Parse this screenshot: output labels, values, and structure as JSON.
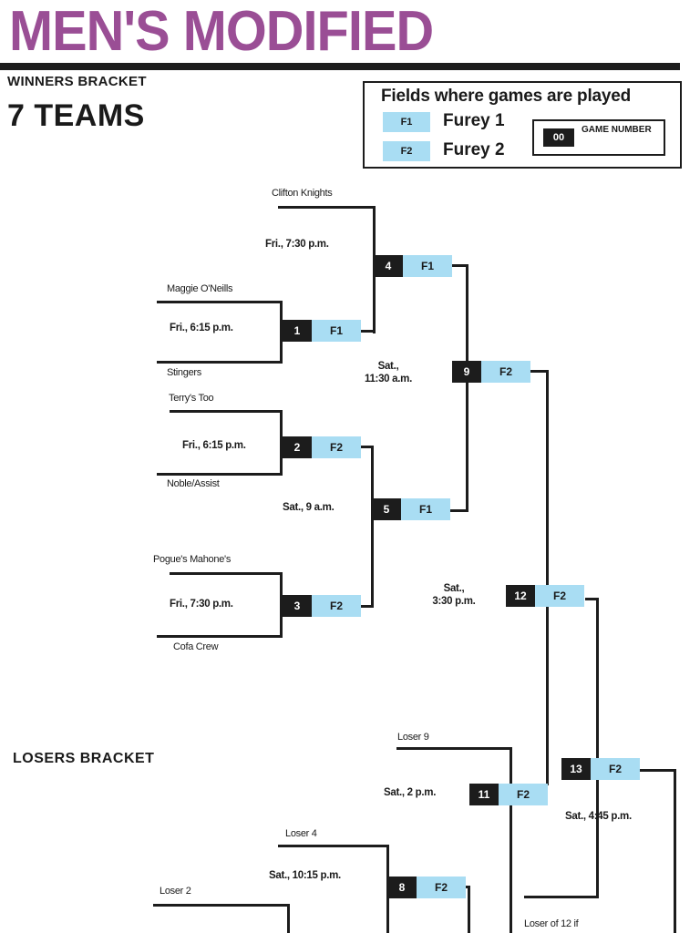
{
  "header": {
    "title": "MEN'S MODIFIED",
    "subtitle": "WINNERS BRACKET",
    "teams": "7 TEAMS",
    "losers_heading": "LOSERS BRACKET",
    "title_color": "#9a4e95"
  },
  "legend": {
    "title": "Fields where games are played",
    "fields": [
      {
        "code": "F1",
        "name": "Furey 1"
      },
      {
        "code": "F2",
        "name": "Furey 2"
      }
    ],
    "game_number_sample": "00",
    "game_number_label": "GAME NUMBER",
    "field_color": "#a9ddf3"
  },
  "teams": {
    "clifton": "Clifton Knights",
    "maggie": "Maggie O'Neills",
    "stingers": "Stingers",
    "terrys": "Terry's Too",
    "noble": "Noble/Assist",
    "pogues": "Pogue's Mahone's",
    "cofa": "Cofa Crew",
    "loser9": "Loser 9",
    "loser4": "Loser 4",
    "loser2": "Loser 2",
    "loser12": "Loser of 12 if"
  },
  "games": {
    "g1": {
      "number": "1",
      "field": "F1",
      "time": "Fri., 6:15 p.m."
    },
    "g2": {
      "number": "2",
      "field": "F2",
      "time": "Fri., 6:15 p.m."
    },
    "g3": {
      "number": "3",
      "field": "F2",
      "time": "Fri., 7:30 p.m."
    },
    "g4": {
      "number": "4",
      "field": "F1",
      "time": "Fri., 7:30 p.m."
    },
    "g5": {
      "number": "5",
      "field": "F1",
      "time": "Sat., 9 a.m."
    },
    "g9": {
      "number": "9",
      "field": "F2",
      "time_line1": "Sat.,",
      "time_line2": "11:30 a.m."
    },
    "g12": {
      "number": "12",
      "field": "F2",
      "time_line1": "Sat.,",
      "time_line2": "3:30 p.m."
    },
    "g11": {
      "number": "11",
      "field": "F2",
      "time": "Sat., 2 p.m."
    },
    "g13": {
      "number": "13",
      "field": "F2",
      "time": "Sat., 4:45 p.m."
    },
    "g8": {
      "number": "8",
      "field": "F2",
      "time": "Sat., 10:15 p.m."
    }
  }
}
